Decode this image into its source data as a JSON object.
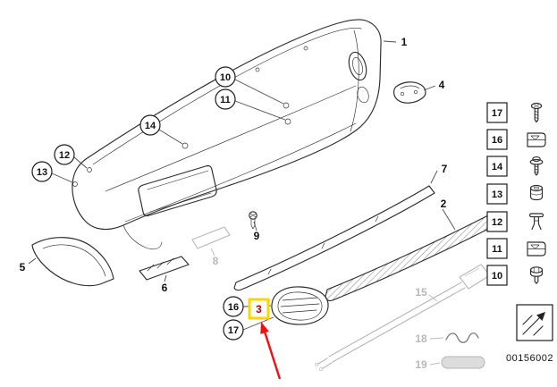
{
  "part_number": "00156002",
  "callouts": {
    "labels": {
      "1": "1",
      "2": "2",
      "3": "3",
      "4": "4",
      "5": "5",
      "6": "6",
      "7": "7",
      "8": "8",
      "9": "9",
      "10": "10",
      "11": "11",
      "12": "12",
      "13": "13",
      "14": "14",
      "15": "15",
      "16": "16",
      "17": "17",
      "18": "18",
      "19": "19"
    },
    "circled": [
      "10",
      "11",
      "12",
      "13",
      "14",
      "16",
      "17"
    ],
    "grayed_out": [
      "8",
      "15",
      "18",
      "19"
    ],
    "highlighted": "3"
  },
  "legend": {
    "rows": [
      {
        "id": "17",
        "icon": "screw-icon"
      },
      {
        "id": "16",
        "icon": "sheet-metal-clip-icon"
      },
      {
        "id": "14",
        "icon": "washer-screw-icon"
      },
      {
        "id": "13",
        "icon": "grommet-nut-icon"
      },
      {
        "id": "12",
        "icon": "expanding-rivet-icon"
      },
      {
        "id": "11",
        "icon": "sheet-metal-clip-icon"
      },
      {
        "id": "10",
        "icon": "hex-bolt-icon"
      }
    ],
    "footer_icon": "cross-reference-arrow-icon"
  },
  "colors": {
    "highlight_box": "#FFD500",
    "arrow": "#EE1111",
    "highlighted_number": "#C00000",
    "grayed_part": "#B8B8B8",
    "line_art": "#2B2B2B"
  }
}
